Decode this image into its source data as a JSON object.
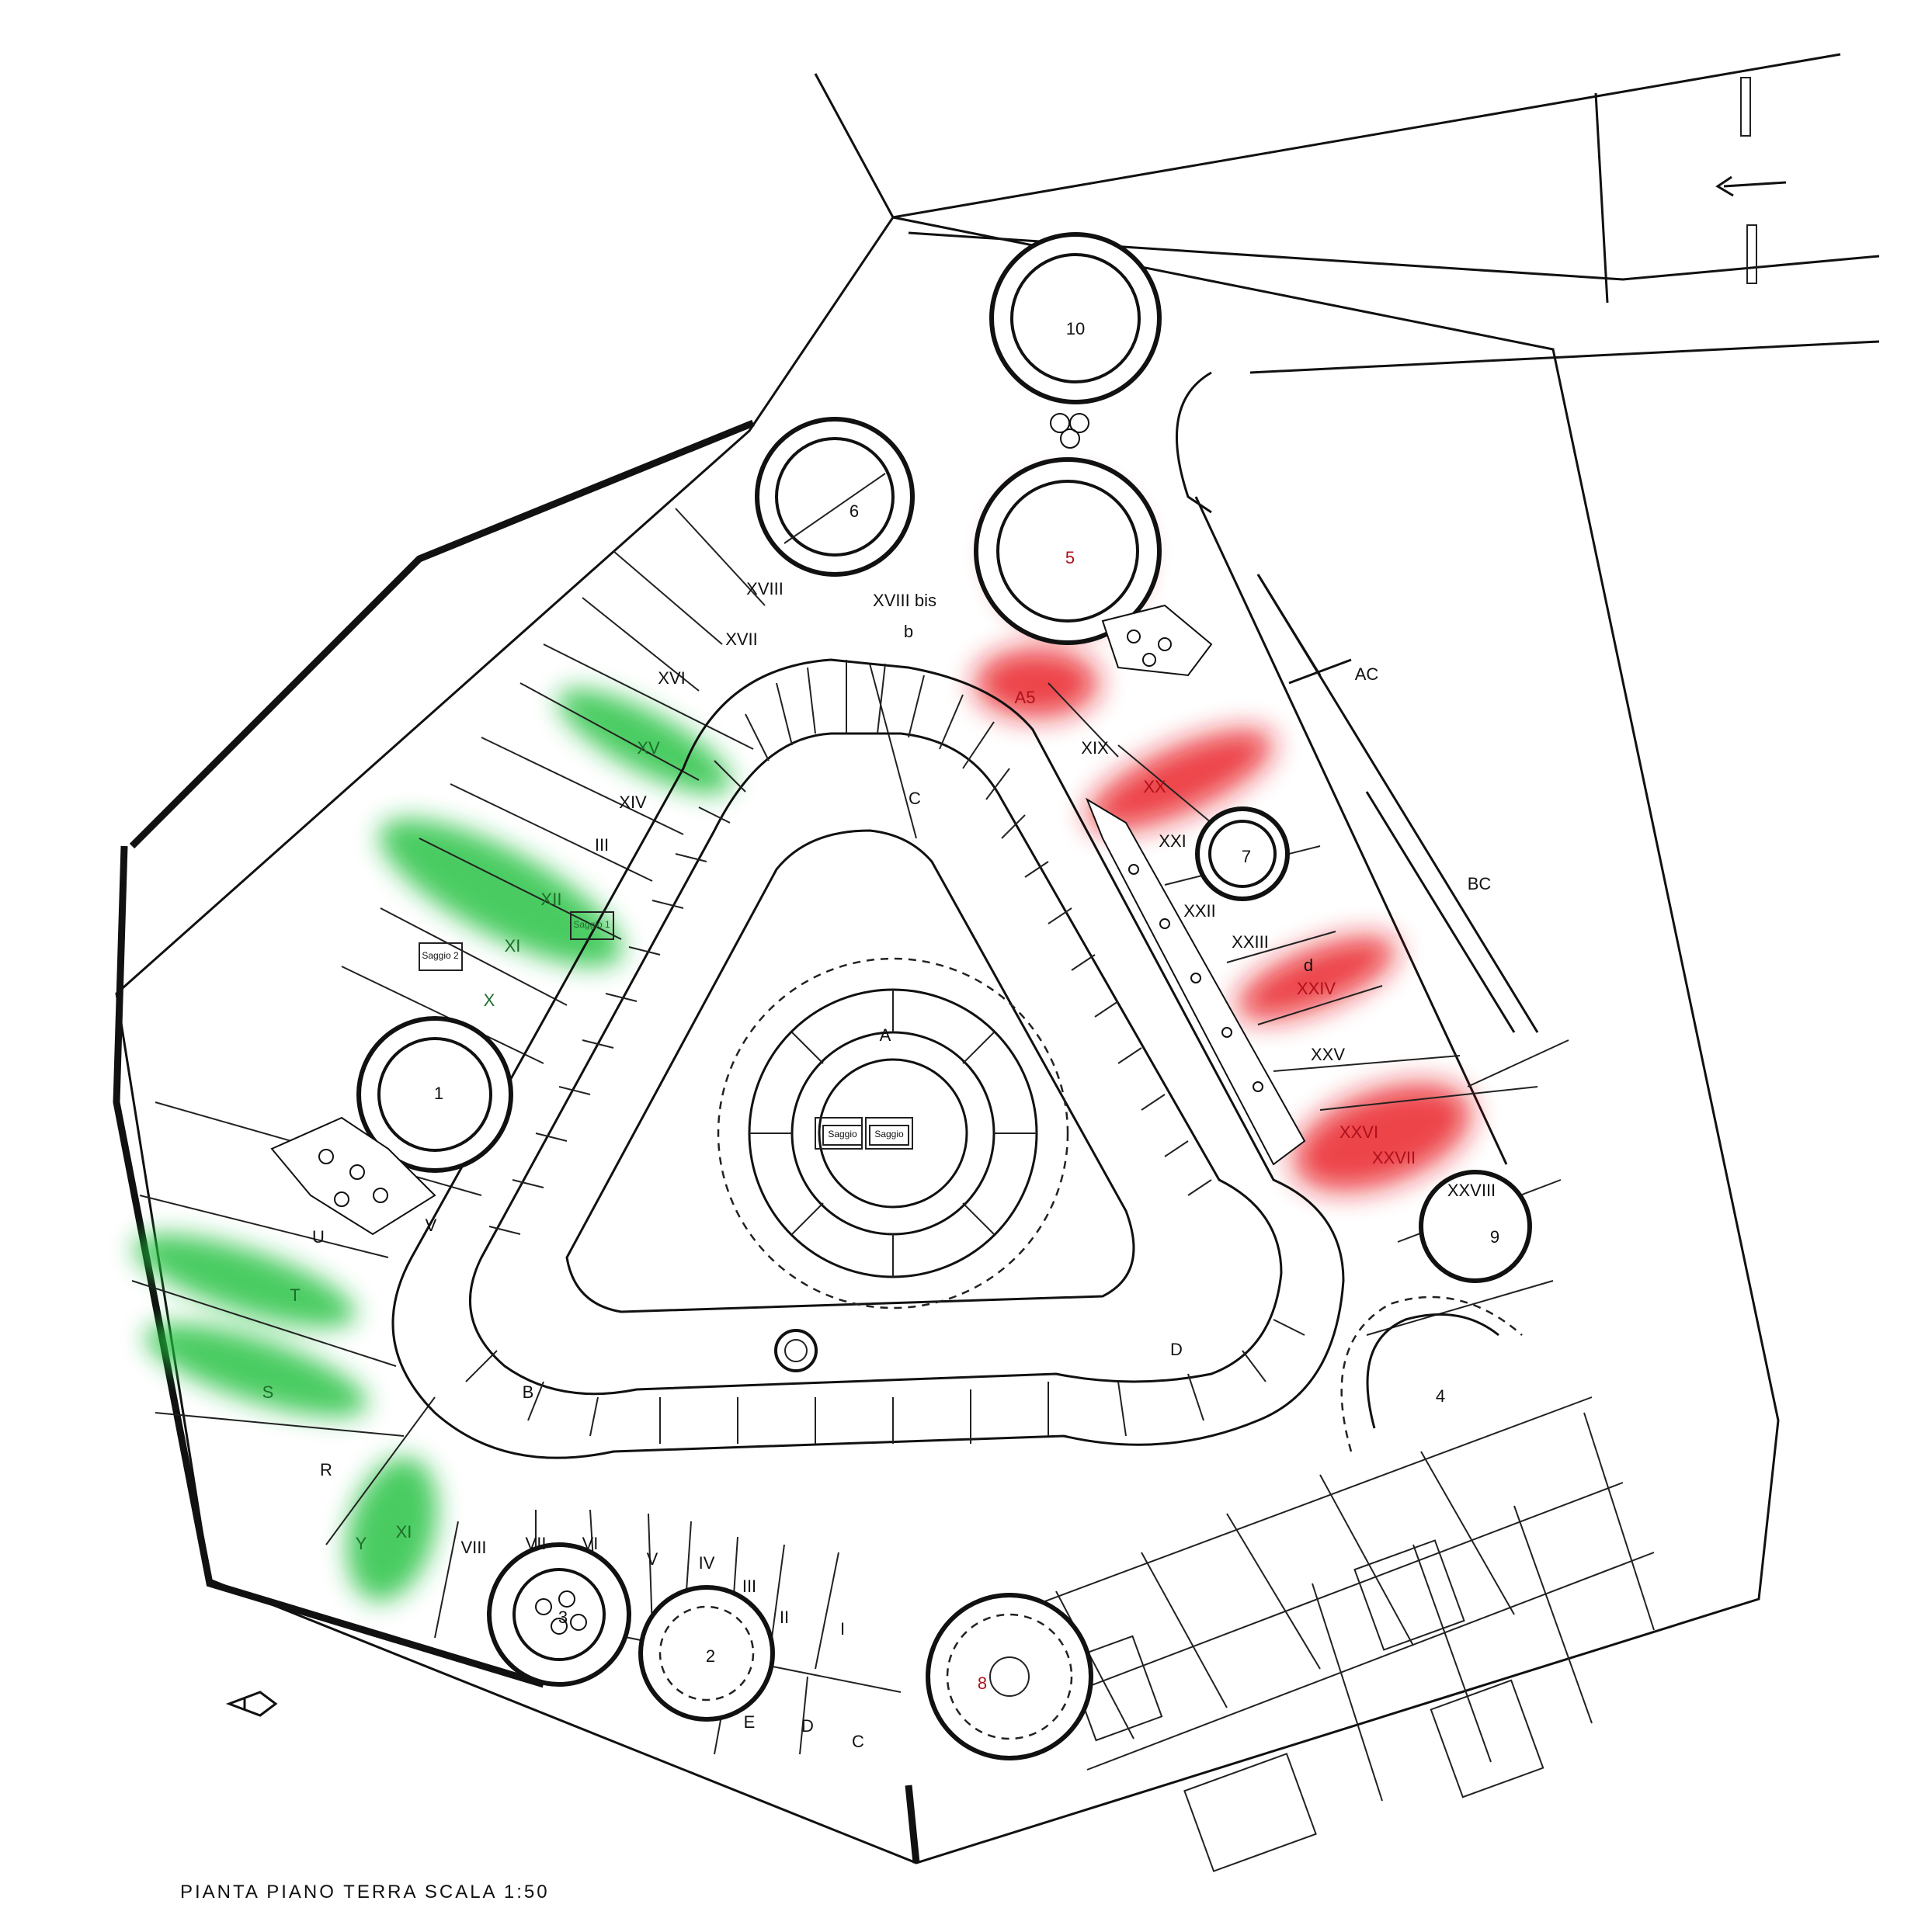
{
  "caption": "PIANTA  PIANO  TERRA   SCALA 1:50",
  "towers": [
    {
      "id": "10",
      "label": "10",
      "highlight": "none"
    },
    {
      "id": "6",
      "label": "6",
      "highlight": "none"
    },
    {
      "id": "5",
      "label": "5",
      "highlight": "red"
    },
    {
      "id": "7",
      "label": "7",
      "highlight": "none"
    },
    {
      "id": "1",
      "label": "1",
      "highlight": "none"
    },
    {
      "id": "3",
      "label": "3",
      "highlight": "none"
    },
    {
      "id": "2",
      "label": "2",
      "highlight": "none"
    },
    {
      "id": "8",
      "label": "8",
      "highlight": "red"
    },
    {
      "id": "9",
      "label": "9",
      "highlight": "none"
    },
    {
      "id": "4",
      "label": "4",
      "highlight": "none"
    }
  ],
  "courtyards": [
    "A",
    "B",
    "C",
    "D"
  ],
  "rooms": {
    "north_west": [
      "XVIII",
      "XVIII bis",
      "b",
      "XVII",
      "XVI",
      "XV",
      "XIV",
      "III",
      "XII",
      "XI",
      "X"
    ],
    "west": [
      "U",
      "V",
      "T",
      "S",
      "R",
      "Y",
      "XI"
    ],
    "south": [
      "VIII",
      "VII",
      "VI",
      "V",
      "IV",
      "III",
      "II",
      "I",
      "E",
      "D",
      "C"
    ],
    "east": [
      "A5",
      "XIX",
      "XX",
      "XXI",
      "XXII",
      "XXIII",
      "d",
      "XXIV",
      "XXV",
      "XXVI",
      "XXVII",
      "XXVIII"
    ]
  },
  "saggi": [
    "Saggio 1",
    "Saggio 2",
    "Saggio",
    "Saggio"
  ],
  "section_markers": [
    "AC",
    "BC"
  ],
  "highlight_colors": {
    "red": "#e8141e",
    "green": "#1fbf3a"
  }
}
